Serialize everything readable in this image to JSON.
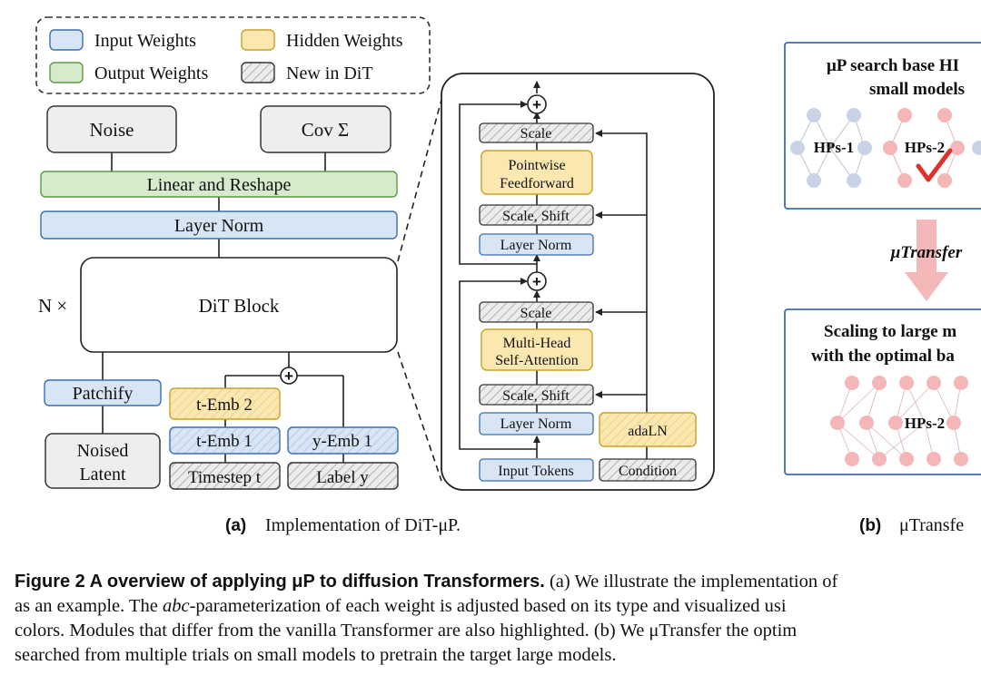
{
  "legend": {
    "input": "Input Weights",
    "hidden": "Hidden Weights",
    "output": "Output Weights",
    "new": "New in DiT"
  },
  "left": {
    "noise": "Noise",
    "cov": "Cov Σ",
    "linear": "Linear and Reshape",
    "layernorm": "Layer Norm",
    "n_times": "N ×",
    "dit_block": "DiT Block",
    "patchify": "Patchify",
    "noised": "Noised",
    "latent": "Latent",
    "t_emb2": "t-Emb 2",
    "t_emb1": "t-Emb 1",
    "y_emb1": "y-Emb 1",
    "timestep": "Timestep t",
    "label_y": "Label y",
    "plus": "+"
  },
  "block": {
    "scale_top": "Scale",
    "pw1": "Pointwise",
    "pw2": "Feedforward",
    "scale_shift_top": "Scale, Shift",
    "layer_norm_top": "Layer Norm",
    "scale_mid": "Scale",
    "mh1": "Multi-Head",
    "mh2": "Self-Attention",
    "scale_shift_bottom": "Scale, Shift",
    "layer_norm_bottom": "Layer Norm",
    "adaln": "adaLN",
    "input_tokens": "Input Tokens",
    "condition": "Condition",
    "plus": "+"
  },
  "right": {
    "title1": "μP search base HI",
    "title2": "small models",
    "hps1": "HPs-1",
    "hps2": "HPs-2",
    "transfer": "μTransfer",
    "scale1": "Scaling to large m",
    "scale2": "with the optimal ba",
    "hps2_large": "HPs-2"
  },
  "subcaptions": {
    "a_label": "(a)",
    "a_text": "Implementation of DiT-μP.",
    "b_label": "(b)",
    "b_text": "μTransfe"
  },
  "caption": {
    "fig_label": "Figure 2  A overview of applying μP to diffusion Transformers.",
    "l1": " (a) We illustrate the implementation of",
    "l2a": "as an example. The ",
    "l2b": "abc",
    "l2c": "-parameterization of each weight is adjusted based on its type and visualized usi",
    "l3": "colors. Modules that differ from the vanilla Transformer are also highlighted. (b) We μTransfer the optim",
    "l4": "searched from multiple trials on small models to pretrain the target large models."
  },
  "colors": {
    "input": "#d7e5f5",
    "hidden": "#fbe8b0",
    "output": "#d6ebcc",
    "gray": "#eeeeee",
    "blue_border": "#3a6fb0",
    "yellow_border": "#c9a227",
    "green_border": "#5a9a45",
    "pink_arrow": "#f5b8b8",
    "node_blue": "#c8d4e6",
    "node_pink": "#f4b6b6",
    "check": "#e0302b"
  }
}
